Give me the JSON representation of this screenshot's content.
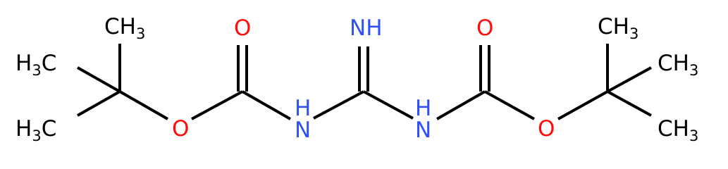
{
  "molecule": {
    "atoms": {
      "methyl_top_left": {
        "base": "CH",
        "sub": "3"
      },
      "methyl_mid_left": {
        "pre": "H",
        "sub": "3",
        "base": "C"
      },
      "methyl_bot_left": {
        "pre": "H",
        "sub": "3",
        "base": "C"
      },
      "carbonyl_o_left": {
        "text": "O"
      },
      "ester_o_left": {
        "text": "O"
      },
      "nh_left": {
        "text": "N",
        "h": "H"
      },
      "imine_nh": {
        "text": "NH"
      },
      "nh_right": {
        "text": "N",
        "h": "H"
      },
      "carbonyl_o_right": {
        "text": "O"
      },
      "ester_o_right": {
        "text": "O"
      },
      "methyl_top_right": {
        "base": "CH",
        "sub": "3"
      },
      "methyl_mid_right": {
        "base": "CH",
        "sub": "3"
      },
      "methyl_bot_right": {
        "base": "CH",
        "sub": "3"
      }
    },
    "colors": {
      "carbon": "#000000",
      "oxygen": "#ff0d0d",
      "nitrogen": "#3050f8"
    }
  }
}
